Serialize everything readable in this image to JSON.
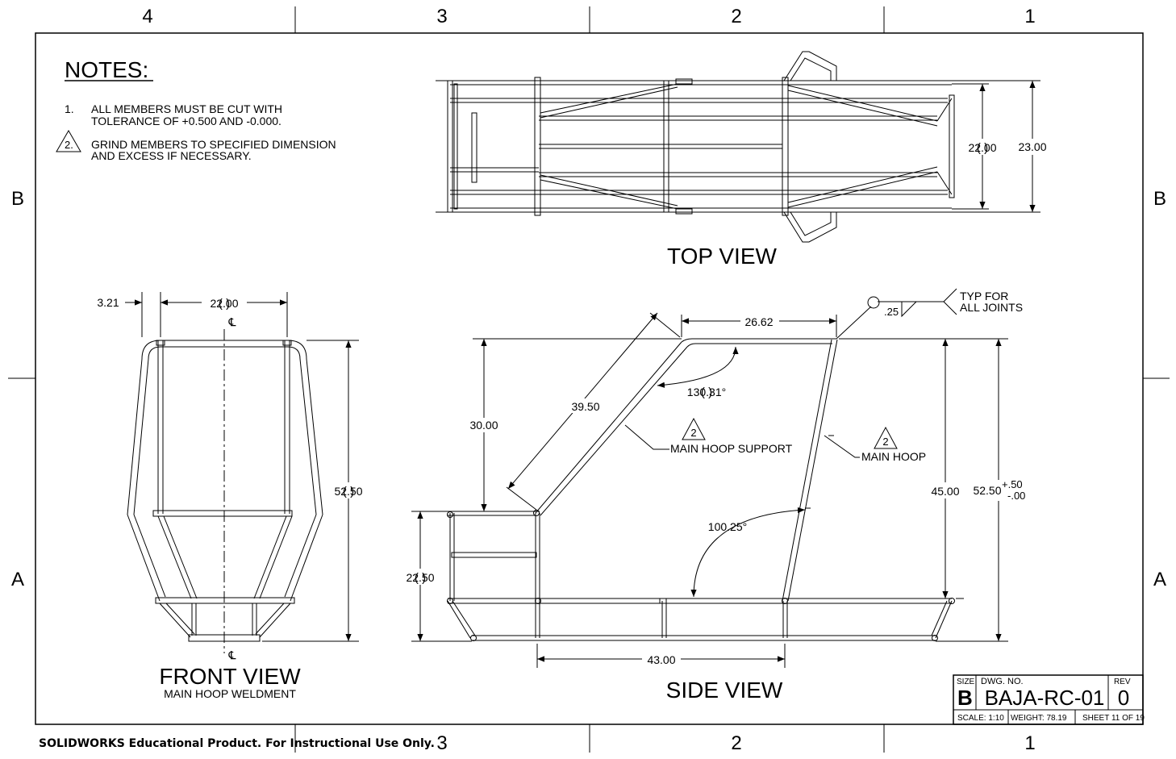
{
  "zones": {
    "top": [
      "4",
      "3",
      "2",
      "1"
    ],
    "bottom": [
      "3",
      "2",
      "1"
    ],
    "left": [
      "B",
      "A"
    ],
    "right": [
      "B",
      "A"
    ]
  },
  "notes": {
    "title": "NOTES:",
    "n1_num": "1.",
    "n1_line1": "ALL MEMBERS MUST BE CUT WITH",
    "n1_line2": "TOLERANCE OF +0.500 AND -0.000.",
    "n2_num": "2.",
    "n2_line1": "GRIND MEMBERS TO SPECIFIED DIMENSION",
    "n2_line2": "AND EXCESS IF NECESSARY."
  },
  "top_view": {
    "title": "TOP VIEW",
    "dim_inner": "22.00",
    "dim_outer": "23.00"
  },
  "front_view": {
    "title": "FRONT VIEW",
    "subtitle": "MAIN HOOP WELDMENT",
    "dim_offset": "3.21",
    "dim_width": "22.00",
    "dim_height": "52.50",
    "centerline": "℄"
  },
  "side_view": {
    "title": "SIDE VIEW",
    "dim_top": "26.62",
    "dim_support_len": "39.50",
    "dim_left_height": "30.00",
    "dim_low_height": "22.50",
    "dim_bottom": "43.00",
    "dim_right_inner": "45.00",
    "dim_right_outer": "52.50",
    "tol_plus": "+.50",
    "tol_minus": "-.00",
    "angle_top": "130.31°",
    "angle_bottom": "100.25°",
    "weld_size": ".25",
    "weld_note_1": "TYP FOR",
    "weld_note_2": "ALL JOINTS",
    "label_support": "MAIN HOOP SUPPORT",
    "label_hoop": "MAIN HOOP",
    "flag_num": "2"
  },
  "title_block": {
    "size_label": "SIZE",
    "size_value": "B",
    "dwg_label": "DWG.  NO.",
    "dwg_value": "BAJA-RC-01",
    "rev_label": "REV",
    "rev_value": "0",
    "scale": "SCALE: 1:10",
    "weight": "WEIGHT: 78.19",
    "sheet": "SHEET 11 OF 19"
  },
  "footer": "SOLIDWORKS Educational Product. For Instructional Use Only."
}
